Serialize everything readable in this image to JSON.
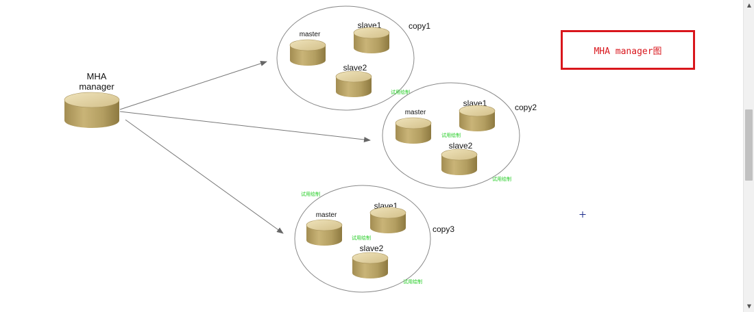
{
  "manager": {
    "label_line1": "MHA",
    "label_line2": "manager"
  },
  "clusters": [
    {
      "name": "copy1",
      "master": "master",
      "slave1": "slave1",
      "slave2": "slave2",
      "watermarks": [
        "试用绘制"
      ]
    },
    {
      "name": "copy2",
      "master": "master",
      "slave1": "slave1",
      "slave2": "slave2",
      "watermarks": [
        "试用绘制",
        "试用绘制"
      ]
    },
    {
      "name": "copy3",
      "master": "master",
      "slave1": "slave1",
      "slave2": "slave2",
      "watermarks": [
        "试用绘制",
        "试用绘制",
        "试用绘制"
      ]
    }
  ],
  "caption": "MHA manager图",
  "colors": {
    "cylinder_body": "#b8a263",
    "cylinder_top": "#e2d2a0",
    "caption_border": "#d9161c",
    "watermark": "#22cc22",
    "arrow": "#777777"
  },
  "icons": {
    "cursor": "crosshair-cursor-icon",
    "scroll_up": "scroll-up-arrow-icon",
    "scroll_down": "scroll-down-arrow-icon"
  }
}
